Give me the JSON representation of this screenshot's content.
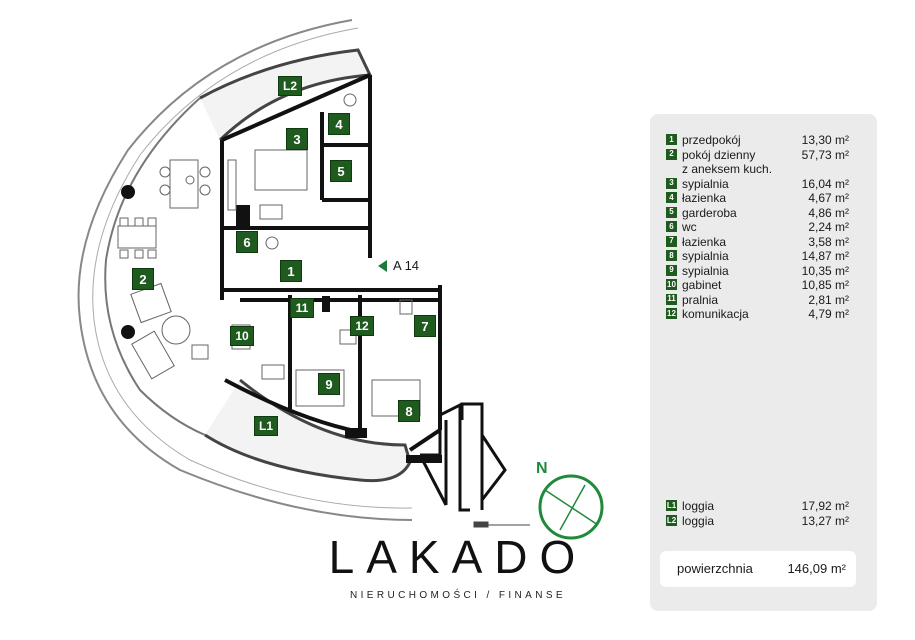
{
  "plan": {
    "unit_label": "A 14",
    "room_markers": [
      {
        "id": "1",
        "name": "przedpokój"
      },
      {
        "id": "2",
        "name": "pokój dzienny"
      },
      {
        "id": "3",
        "name": "sypialnia"
      },
      {
        "id": "4",
        "name": "łazienka"
      },
      {
        "id": "5",
        "name": "garderoba"
      },
      {
        "id": "6",
        "name": "wc"
      },
      {
        "id": "7",
        "name": "łazienka"
      },
      {
        "id": "8",
        "name": "sypialnia"
      },
      {
        "id": "9",
        "name": "sypialnia"
      },
      {
        "id": "10",
        "name": "gabinet"
      },
      {
        "id": "11",
        "name": "pralnia"
      },
      {
        "id": "12",
        "name": "komunikacja"
      }
    ],
    "loggia_markers": [
      "L1",
      "L2"
    ]
  },
  "legend": {
    "rooms": [
      {
        "id": "1",
        "name": "przedpokój",
        "area": "13,30 m²"
      },
      {
        "id": "2",
        "name": "pokój dzienny",
        "area": "57,73 m²"
      },
      {
        "id": "",
        "name": "z aneksem kuch.",
        "area": ""
      },
      {
        "id": "3",
        "name": "sypialnia",
        "area": "16,04 m²"
      },
      {
        "id": "4",
        "name": "łazienka",
        "area": "4,67 m²"
      },
      {
        "id": "5",
        "name": "garderoba",
        "area": "4,86 m²"
      },
      {
        "id": "6",
        "name": "wc",
        "area": "2,24 m²"
      },
      {
        "id": "7",
        "name": "łazienka",
        "area": "3,58 m²"
      },
      {
        "id": "8",
        "name": "sypialnia",
        "area": "14,87 m²"
      },
      {
        "id": "9",
        "name": "sypialnia",
        "area": "10,35 m²"
      },
      {
        "id": "10",
        "name": "gabinet",
        "area": "10,85 m²"
      },
      {
        "id": "11",
        "name": "pralnia",
        "area": "2,81 m²"
      },
      {
        "id": "12",
        "name": "komunikacja",
        "area": "4,79 m²"
      }
    ],
    "loggias": [
      {
        "id": "L1",
        "name": "loggia",
        "area": "17,92 m²"
      },
      {
        "id": "L2",
        "name": "loggia",
        "area": "13,27 m²"
      }
    ],
    "total_label": "powierzchnia",
    "total_value": "146,09 m²"
  },
  "brand": {
    "name": "LAKADO",
    "tagline": "NIERUCHOMOŚCI / FINANSE"
  },
  "compass": {
    "label": "N"
  },
  "colors": {
    "marker": "#1f5a1f",
    "panel": "#ebebeb",
    "compass": "#1f8a3a"
  }
}
